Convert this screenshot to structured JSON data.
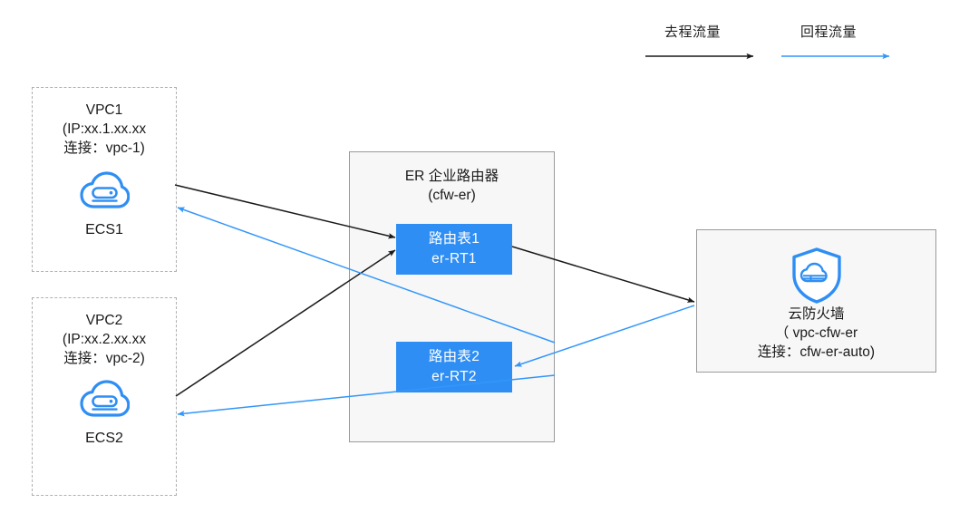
{
  "legend": {
    "forward": {
      "label": "去程流量",
      "color": "#1a1a1a",
      "icon": "arrow-right-icon"
    },
    "return": {
      "label": "回程流量",
      "color": "#3296fa",
      "icon": "arrow-right-icon"
    }
  },
  "vpc1": {
    "title": "VPC1\n(IP:xx.1.xx.xx\n连接：vpc-1)",
    "node_label": "ECS1",
    "icon": "ecs-cloud-icon"
  },
  "vpc2": {
    "title": "VPC2\n(IP:xx.2.xx.xx\n连接：vpc-2)",
    "node_label": "ECS2",
    "icon": "ecs-cloud-icon"
  },
  "er": {
    "title": "ER 企业路由器\n(cfw-er)",
    "route_table_1": "路由表1\ner-RT1",
    "route_table_2": "路由表2\ner-RT2"
  },
  "firewall": {
    "title": "云防火墙\n（ vpc-cfw-er\n连接：cfw-er-auto)",
    "icon": "shield-firewall-icon"
  },
  "colors": {
    "forward_flow": "#1a1a1a",
    "return_flow": "#3296fa",
    "accent": "#2f8ef4",
    "box_border": "#9a9a9a",
    "dashed_border": "#b0b0b0",
    "panel_bg": "#f7f7f7"
  },
  "flows": [
    {
      "name": "ecs1-to-rt1",
      "type": "forward",
      "from": "VPC1",
      "to": "er-RT1"
    },
    {
      "name": "ecs2-to-rt1",
      "type": "forward",
      "from": "VPC2",
      "to": "er-RT1"
    },
    {
      "name": "rt1-to-firewall",
      "type": "forward",
      "from": "er-RT1",
      "to": "云防火墙"
    },
    {
      "name": "firewall-to-rt2",
      "type": "return",
      "from": "云防火墙",
      "to": "er-RT2"
    },
    {
      "name": "rt2-to-ecs1",
      "type": "return",
      "from": "er-RT2",
      "to": "VPC1"
    },
    {
      "name": "rt2-to-ecs2",
      "type": "return",
      "from": "er-RT2",
      "to": "VPC2"
    }
  ]
}
